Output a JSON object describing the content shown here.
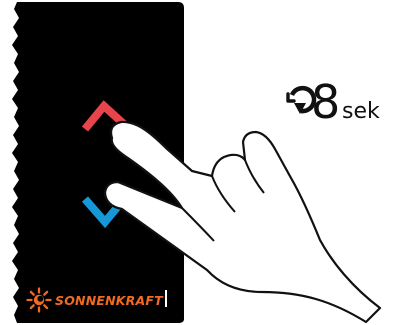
{
  "timer": {
    "value": "8",
    "unit": "sek",
    "icon": "clock-arrow-icon"
  },
  "brand": {
    "name": "SONNENKRAFT",
    "logo_icon": "sun-icon",
    "color": "#f26a21"
  },
  "panel": {
    "background": "#000000",
    "up_arrow_color": "#e8444b",
    "down_arrow_color": "#1597d8",
    "up_arrow_icon": "chevron-up-icon",
    "down_arrow_icon": "chevron-down-icon"
  },
  "gesture": {
    "icon": "two-finger-touch-hand-icon"
  }
}
